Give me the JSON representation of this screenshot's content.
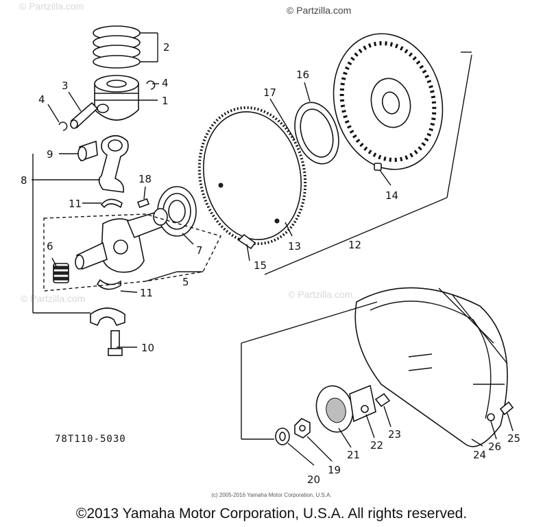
{
  "watermark": "© Partzilla.com",
  "diagram_code": "78T110-5030",
  "footer": {
    "small_copyright": "(c) 2005-2016 Yamaha Motor Corporation, U.S.A.",
    "main_copyright": "©2013 Yamaha Motor Corporation, U.S.A. All rights reserved."
  },
  "callouts": {
    "c1": "1",
    "c2": "2",
    "c3": "3",
    "c4a": "4",
    "c4b": "4",
    "c5": "5",
    "c6": "6",
    "c7": "7",
    "c8": "8",
    "c9": "9",
    "c10": "10",
    "c11a": "11",
    "c11b": "11",
    "c12": "12",
    "c13": "13",
    "c14": "14",
    "c15": "15",
    "c16": "16",
    "c17": "17",
    "c18": "18",
    "c19": "19",
    "c20": "20",
    "c21": "21",
    "c22": "22",
    "c23": "23",
    "c24": "24",
    "c25": "25",
    "c26": "26"
  }
}
